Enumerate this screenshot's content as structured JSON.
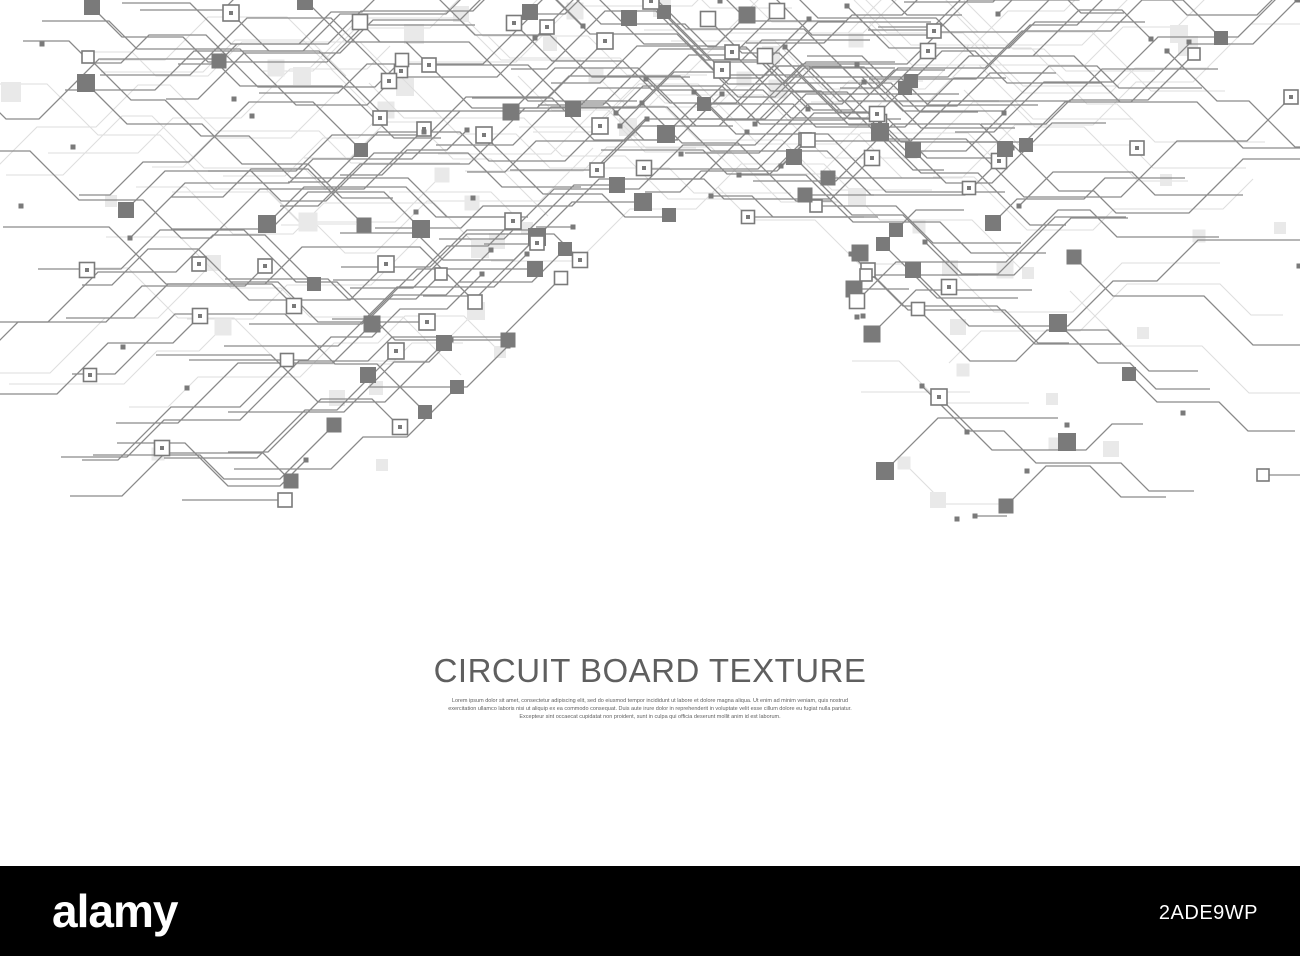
{
  "artwork": {
    "title": "CIRCUIT BOARD TEXTURE",
    "body_text": "Lorem ipsum dolor sit amet, consectetur adipiscing elit, sed do eiusmod tempor incididunt ut labore et dolore magna aliqua. Ut enim ad minim veniam, quis nostrud exercitation ullamco laboris nisi ut aliquip ex ea commodo consequat. Duis aute irure dolor in reprehenderit in voluptate velit esse cillum dolore eu fugiat nulla pariatur. Excepteur sint occaecat cupidatat non proident, sunt in culpa qui officia deserunt mollit anim id est laborum.",
    "colors": {
      "trace": "#8a8a8a",
      "trace_faint": "#dedede",
      "chip": "#7a7a7a",
      "chip_faint": "#e9e9e9",
      "title": "#5f5f5f",
      "background": "#ffffff"
    }
  },
  "footer": {
    "logo_text": "alamy",
    "image_id": "2ADE9WP",
    "colors": {
      "background": "#000000",
      "text": "#ffffff"
    }
  }
}
